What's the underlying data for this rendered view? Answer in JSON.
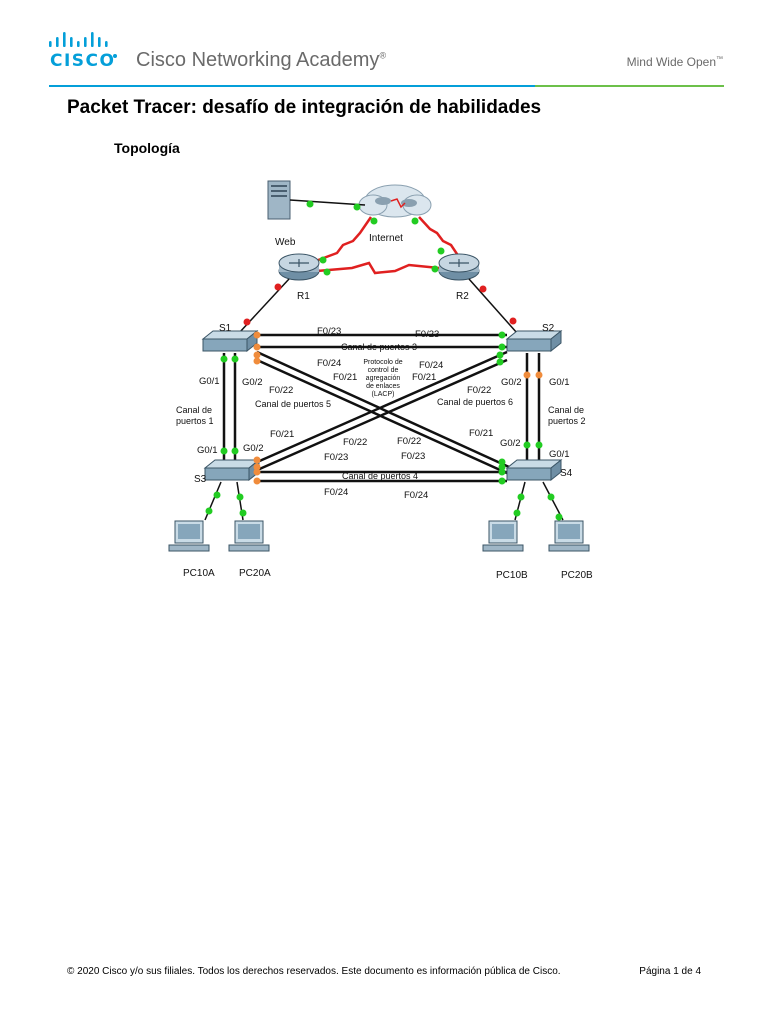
{
  "header": {
    "brand": "CISCO",
    "academy": "Cisco Networking Academy",
    "academy_mark": "®",
    "tagline": "Mind Wide Open",
    "tagline_mark": "™",
    "colors": {
      "brand_blue": "#049fd9",
      "brand_green": "#6cc04a",
      "gray_text": "#6a6a6a"
    }
  },
  "document": {
    "title": "Packet Tracer: desafío de integración de habilidades",
    "section_title": "Topología"
  },
  "topology": {
    "devices": {
      "web": "Web",
      "internet": "Internet",
      "r1": "R1",
      "r2": "R2",
      "s1": "S1",
      "s2": "S2",
      "s3": "S3",
      "s4": "S4",
      "pc10a": "PC10A",
      "pc20a": "PC20A",
      "pc10b": "PC10B",
      "pc20b": "PC20B"
    },
    "channels": {
      "ch1_line1": "Canal de",
      "ch1_line2": "puertos 1",
      "ch2_line1": "Canal de",
      "ch2_line2": "puertos 2",
      "ch3": "Canal de puertos 3",
      "ch4": "Canal de puertos 4",
      "ch5": "Canal de puertos 5",
      "ch6": "Canal de puertos 6"
    },
    "lacp": [
      "Protocolo de",
      "control de",
      "agregación",
      "de enlaces",
      "(LACP)"
    ],
    "ports": {
      "s1_f023": "F0/23",
      "s2_f023": "F0/23",
      "s1_f024": "F0/24",
      "s2_f024": "F0/24",
      "s1_f021": "F0/21",
      "s2_f021": "F0/21",
      "s1_f022": "F0/22",
      "s2_f022": "F0/22",
      "s1_g01": "G0/1",
      "s1_g02": "G0/2",
      "s3_g01": "G0/1",
      "s3_g02": "G0/2",
      "s3_f021": "F0/21",
      "s3_f022": "F0/22",
      "s3_f023": "F0/23",
      "s3_f024": "F0/24",
      "s2_g02": "G0/2",
      "s2_g01": "G0/1",
      "s4_g02": "G0/2",
      "s4_g01": "G0/1",
      "s4_f021": "F0/21",
      "s4_f022": "F0/22",
      "s4_f023": "F0/23",
      "s4_f024": "F0/24"
    },
    "link_colors": {
      "serial": "#e02020",
      "ethernet": "#111111",
      "up": "#22cc22",
      "down": "#e02020",
      "blocking": "#f08c3c"
    }
  },
  "footer": {
    "copyright": "© 2020 Cisco y/o sus filiales. Todos los derechos reservados. Este documento es información pública de Cisco.",
    "page": "Página 1 de 4"
  }
}
